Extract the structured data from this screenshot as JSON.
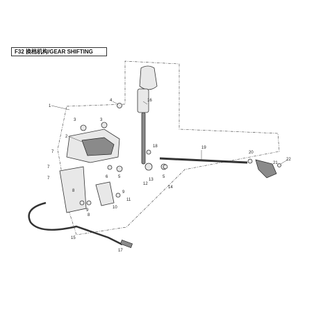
{
  "title": "F32 换档机构/GEAR SHIFTING",
  "callouts": {
    "c1": "1",
    "c2": "2",
    "c3a": "3",
    "c3b": "3",
    "c4": "4",
    "c5a": "5",
    "c5b": "5",
    "c6": "6",
    "c7a": "7",
    "c7b": "7",
    "c7c": "7",
    "c8a": "8",
    "c8b": "8",
    "c9a": "9",
    "c9b": "9",
    "c10": "10",
    "c11": "11",
    "c12": "12",
    "c13": "13",
    "c14": "14",
    "c15": "15",
    "c16": "16",
    "c17": "17",
    "c18": "18",
    "c19": "19",
    "c20": "20",
    "c21": "21",
    "c22": "22"
  }
}
